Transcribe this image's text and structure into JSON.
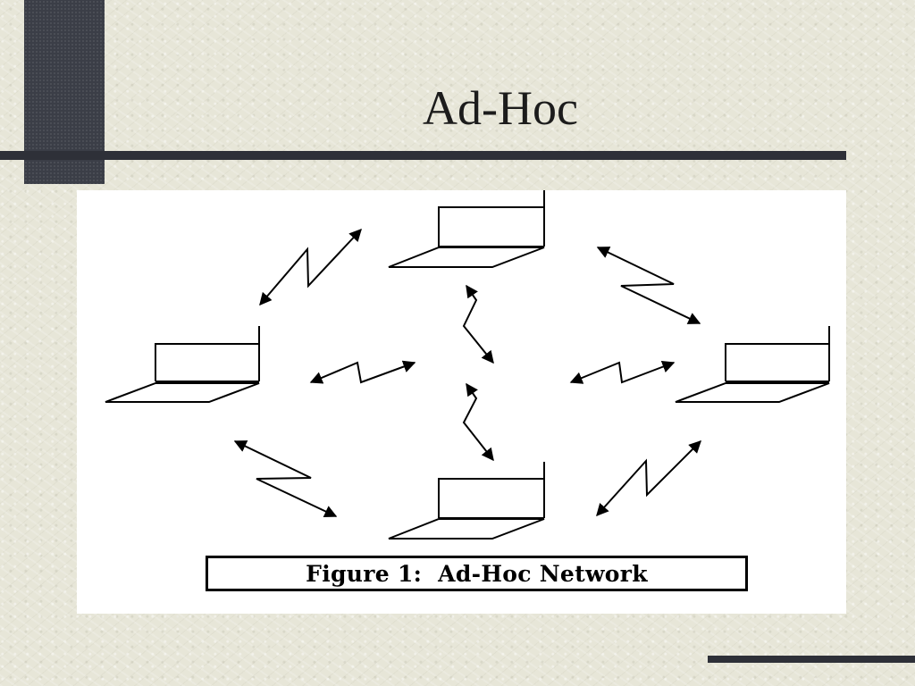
{
  "slide": {
    "title": "Ad-Hoc",
    "figure_caption": "Figure 1:  Ad-Hoc Network"
  },
  "colors": {
    "background": "#e7e6d8",
    "accent_bars": "#2e3038",
    "dark_block": "#3b3e47",
    "figure_background": "#ffffff",
    "line_art": "#000000"
  },
  "diagram": {
    "nodes": [
      "laptop-top",
      "laptop-left",
      "laptop-right",
      "laptop-bottom"
    ],
    "links": [
      "top-left",
      "top-right",
      "bottom-left",
      "bottom-right",
      "left-center",
      "right-center",
      "top-center",
      "bottom-center"
    ]
  }
}
